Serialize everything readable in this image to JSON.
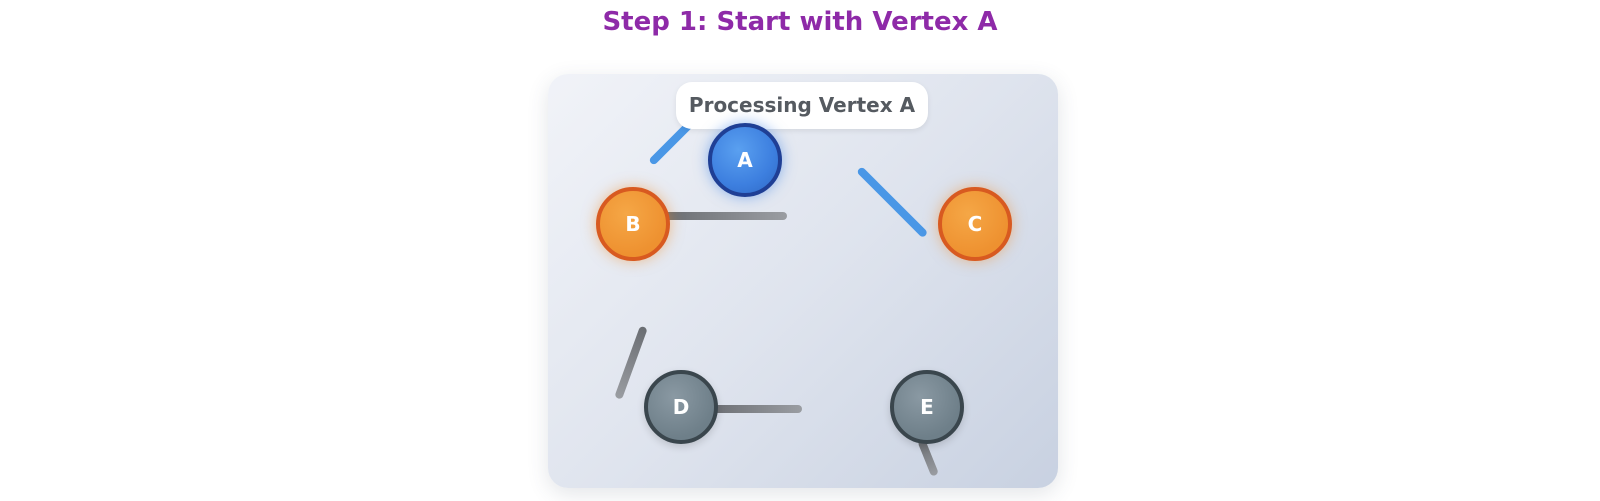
{
  "title": "Step 1: Start with Vertex A",
  "badge": "Processing Vertex A",
  "colors": {
    "title": "#8e2aa8",
    "current_node": "#3d7fdf",
    "visited_node": "#ee9130",
    "unvisited_node": "#6e7f89",
    "active_edge": "#4a97e6",
    "inactive_edge": "#7f8287"
  },
  "nodes": [
    {
      "id": "A",
      "label": "A",
      "state": "current"
    },
    {
      "id": "B",
      "label": "B",
      "state": "visited"
    },
    {
      "id": "C",
      "label": "C",
      "state": "visited"
    },
    {
      "id": "D",
      "label": "D",
      "state": "unvisited"
    },
    {
      "id": "E",
      "label": "E",
      "state": "unvisited"
    }
  ],
  "edges": [
    {
      "id": "edge-a-b",
      "state": "active"
    },
    {
      "id": "edge-a-c",
      "state": "active"
    },
    {
      "id": "edge-b-mid",
      "state": "inactive"
    },
    {
      "id": "edge-b-d",
      "state": "inactive"
    },
    {
      "id": "edge-d-mid",
      "state": "inactive"
    },
    {
      "id": "edge-e-stub",
      "state": "inactive"
    }
  ]
}
